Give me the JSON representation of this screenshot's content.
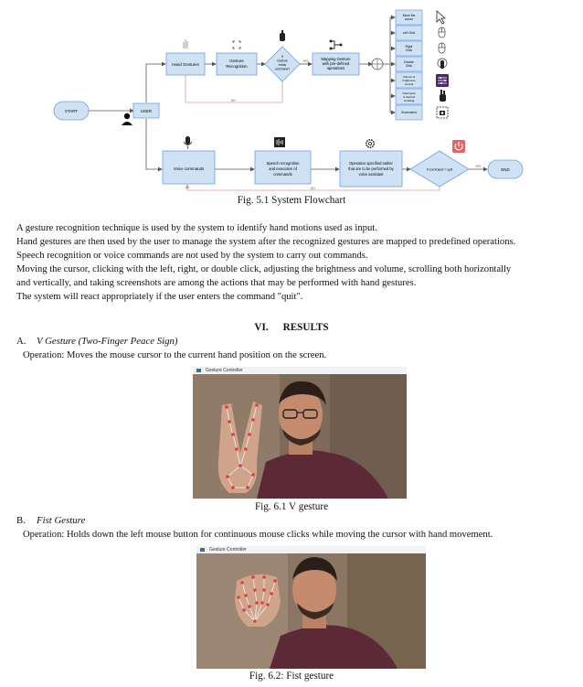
{
  "flowchart": {
    "start": "START",
    "user": "USER",
    "end": "END",
    "hand_gestures": "Hand Gestures",
    "gesture_recognition": [
      "Gesture",
      "Recognition"
    ],
    "decision_gesture": [
      "If",
      "Gesture",
      "exists",
      "command?"
    ],
    "yes": "YES",
    "no": "NO",
    "mapping": [
      "Mapping Gesture",
      "with pre-defined",
      "operations"
    ],
    "operations": [
      [
        "Move the",
        "cursor"
      ],
      [
        "Left Click"
      ],
      [
        "Right",
        "Click"
      ],
      [
        "Double",
        "Click"
      ],
      [
        "Volume &",
        "brightness",
        "control"
      ],
      [
        "Horizontal",
        "& Vertical",
        "scrolling"
      ],
      [
        "Screenshot"
      ]
    ],
    "voice_commands": "Voice commands",
    "speech": [
      "Speech recognition",
      "and execution of",
      "commands"
    ],
    "operation_voice": [
      "Operation specified earlier",
      "that are to be performed by",
      "voice assistant"
    ],
    "decision_quit": "If command = quit",
    "colors": {
      "box_fill": "#cfe2f3",
      "box_stroke": "#6d9eeb",
      "line": "#555555",
      "no_line": "#d99a9a",
      "power": "#e06666"
    }
  },
  "fig51_caption": "Fig. 5.1 System Flowchart",
  "paragraph_lines": [
    "A gesture recognition technique is used by the system to identify hand motions used as input.",
    "Hand gestures are then used by the user to manage the system after the recognized gestures are mapped to predefined operations.",
    "Speech recognition or voice commands are not used by the system to carry out commands.",
    "Moving the cursor, clicking with the left, right, or double click, adjusting the brightness and volume, scrolling both horizontally",
    "and vertically, and taking screenshots are among the actions that may be performed with hand gestures.",
    "The system will react appropriately if the user enters the command \"quit\"."
  ],
  "section": {
    "number": "VI.",
    "title": "RESULTS"
  },
  "subsection_a": {
    "letter": "A.",
    "title": "V Gesture (Two-Finger Peace Sign)"
  },
  "operation_a": "Operation: Moves the mouse cursor to the current hand position on the screen.",
  "window_title": "Gesture Controller",
  "fig61_caption": "Fig. 6.1 V gesture",
  "subsection_b": {
    "letter": "B.",
    "title": "Fist Gesture"
  },
  "operation_b": "Operation: Holds down the left mouse button for continuous mouse clicks while moving the cursor with hand movement.",
  "fig62_caption": "Fig. 6.2: Fist gesture"
}
